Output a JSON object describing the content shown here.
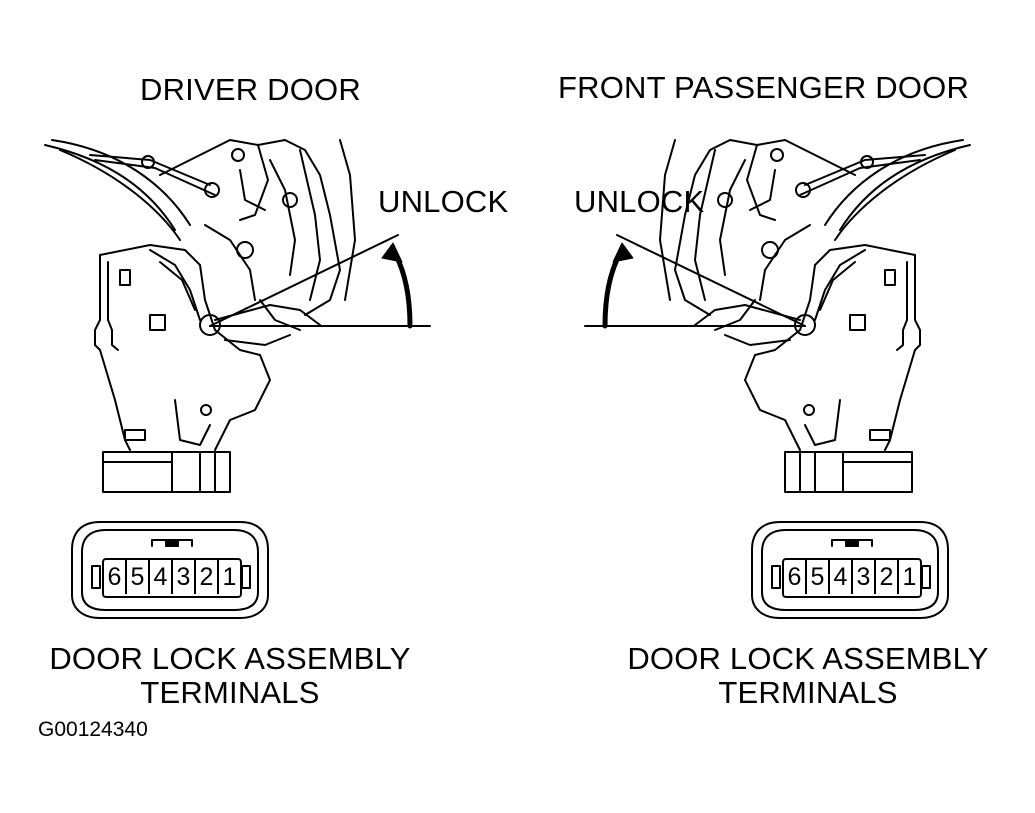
{
  "labels": {
    "driver_title": "DRIVER DOOR",
    "passenger_title": "FRONT PASSENGER DOOR",
    "driver_unlock": "UNLOCK",
    "passenger_unlock": "UNLOCK",
    "driver_terminals_line1": "DOOR LOCK ASSEMBLY",
    "driver_terminals_line2": "TERMINALS",
    "passenger_terminals_line1": "DOOR LOCK ASSEMBLY",
    "passenger_terminals_line2": "TERMINALS",
    "figure_id": "G00124340"
  },
  "driver_connector_pins": [
    "6",
    "5",
    "4",
    "3",
    "2",
    "1"
  ],
  "passenger_connector_pins": [
    "6",
    "5",
    "4",
    "3",
    "2",
    "1"
  ],
  "colors": {
    "ink": "#000000",
    "paper": "#ffffff"
  }
}
